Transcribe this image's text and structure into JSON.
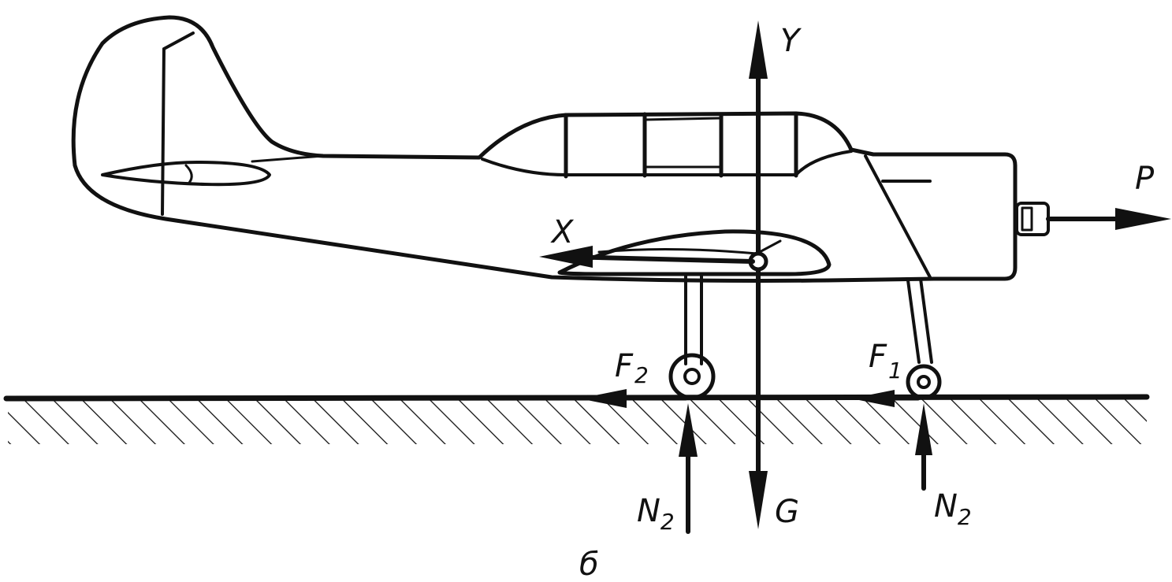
{
  "labels": {
    "lift": "Y",
    "thrust": "P",
    "drag": "X",
    "weight": "G",
    "friction_rear": "F",
    "friction_rear_sub": "2",
    "friction_front": "F",
    "friction_front_sub": "1",
    "normal_rear": "N",
    "normal_rear_sub": "2",
    "normal_front": "N",
    "normal_front_sub": "2",
    "caption": "б"
  },
  "colors": {
    "ink": "#111111",
    "background": "#ffffff"
  }
}
